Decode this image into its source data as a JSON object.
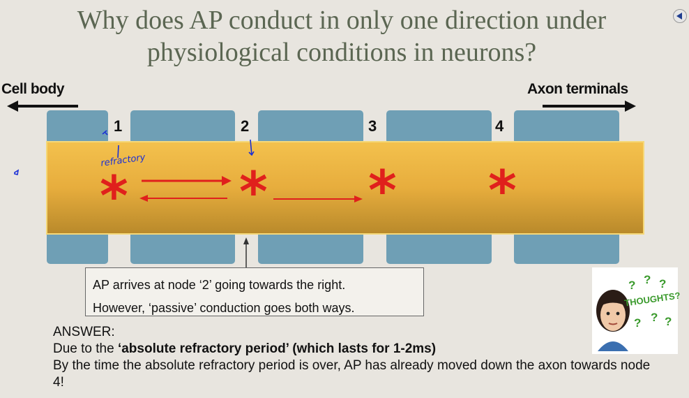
{
  "slide": {
    "title": "Why does AP conduct in only one direction under physiological conditions in neurons?",
    "cell_body_label": "Cell body",
    "axon_terminals_label": "Axon terminals",
    "nodes": [
      "1",
      "2",
      "3",
      "4"
    ],
    "annotation": "refractory",
    "star_glyph": "*",
    "callout": {
      "line1": "AP arrives at node ‘2’ going towards the right.",
      "line2": "However, ‘passive’ conduction goes both ways."
    },
    "answer": {
      "heading": "ANSWER:",
      "line1_prefix": "Due to the ",
      "line1_bold": "‘absolute refractory period’ (which lasts for 1-2ms)",
      "line2": "By the time the absolute refractory period is over, AP has already moved down the axon towards node 4!"
    },
    "thoughts": {
      "word": "THOUGHTS?",
      "marks": [
        "?",
        "?",
        "?",
        "?",
        "?",
        "?"
      ]
    }
  },
  "colors": {
    "title": "#5b6652",
    "myelin": "#6f9fb5",
    "axon": "#f3c14d",
    "star": "#e0201c",
    "ink": "#1a2fd6",
    "thoughts": "#3a9a2c"
  },
  "icons": {
    "play": "play-back-icon",
    "thinking_face": "thinking-woman-icon"
  }
}
